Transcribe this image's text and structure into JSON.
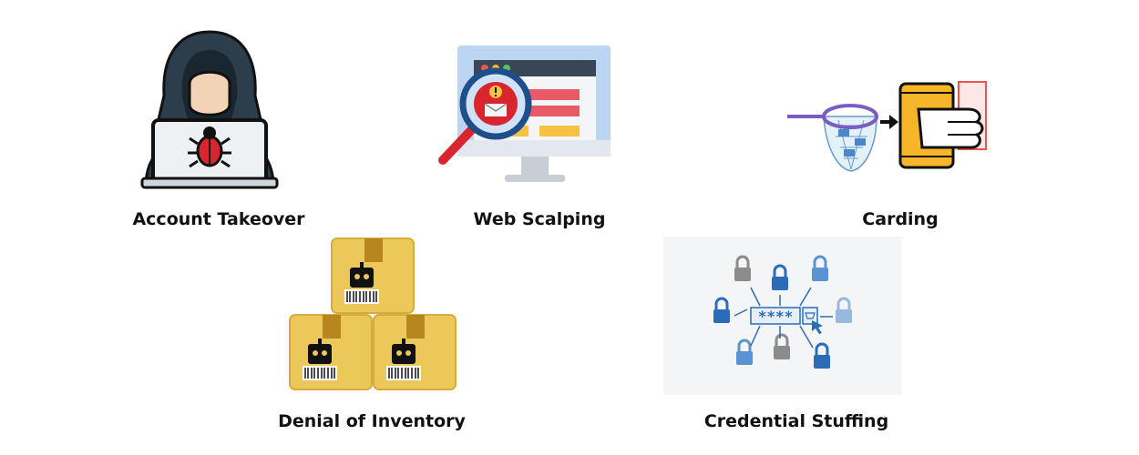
{
  "threats": [
    {
      "label": "Account Takeover",
      "icon": "hooded-hacker-laptop-bug-icon"
    },
    {
      "label": "Web Scalping",
      "icon": "monitor-magnifier-alert-icon"
    },
    {
      "label": "Carding",
      "icon": "net-phone-hand-card-icon"
    },
    {
      "label": "Denial of Inventory",
      "icon": "stacked-boxes-robot-icon"
    },
    {
      "label": "Credential Stuffing",
      "icon": "password-lock-network-icon"
    }
  ],
  "password_text": "****",
  "colors": {
    "hood": "#2c3e4c",
    "skin": "#f2d3b6",
    "laptop": "#eef1f4",
    "bug": "#d9262e",
    "monitor_bg": "#bcd5f3",
    "magnifier_handle": "#d9262e",
    "phone_yellow": "#f7b62a",
    "net": "#7a5cc5",
    "box": "#ecc85a",
    "tape": "#b8861e",
    "lock_blue": "#2b6cb8",
    "lock_gray": "#8c8c8c",
    "lock_light": "#98b9de",
    "panel_bg": "#f4f5f6"
  }
}
